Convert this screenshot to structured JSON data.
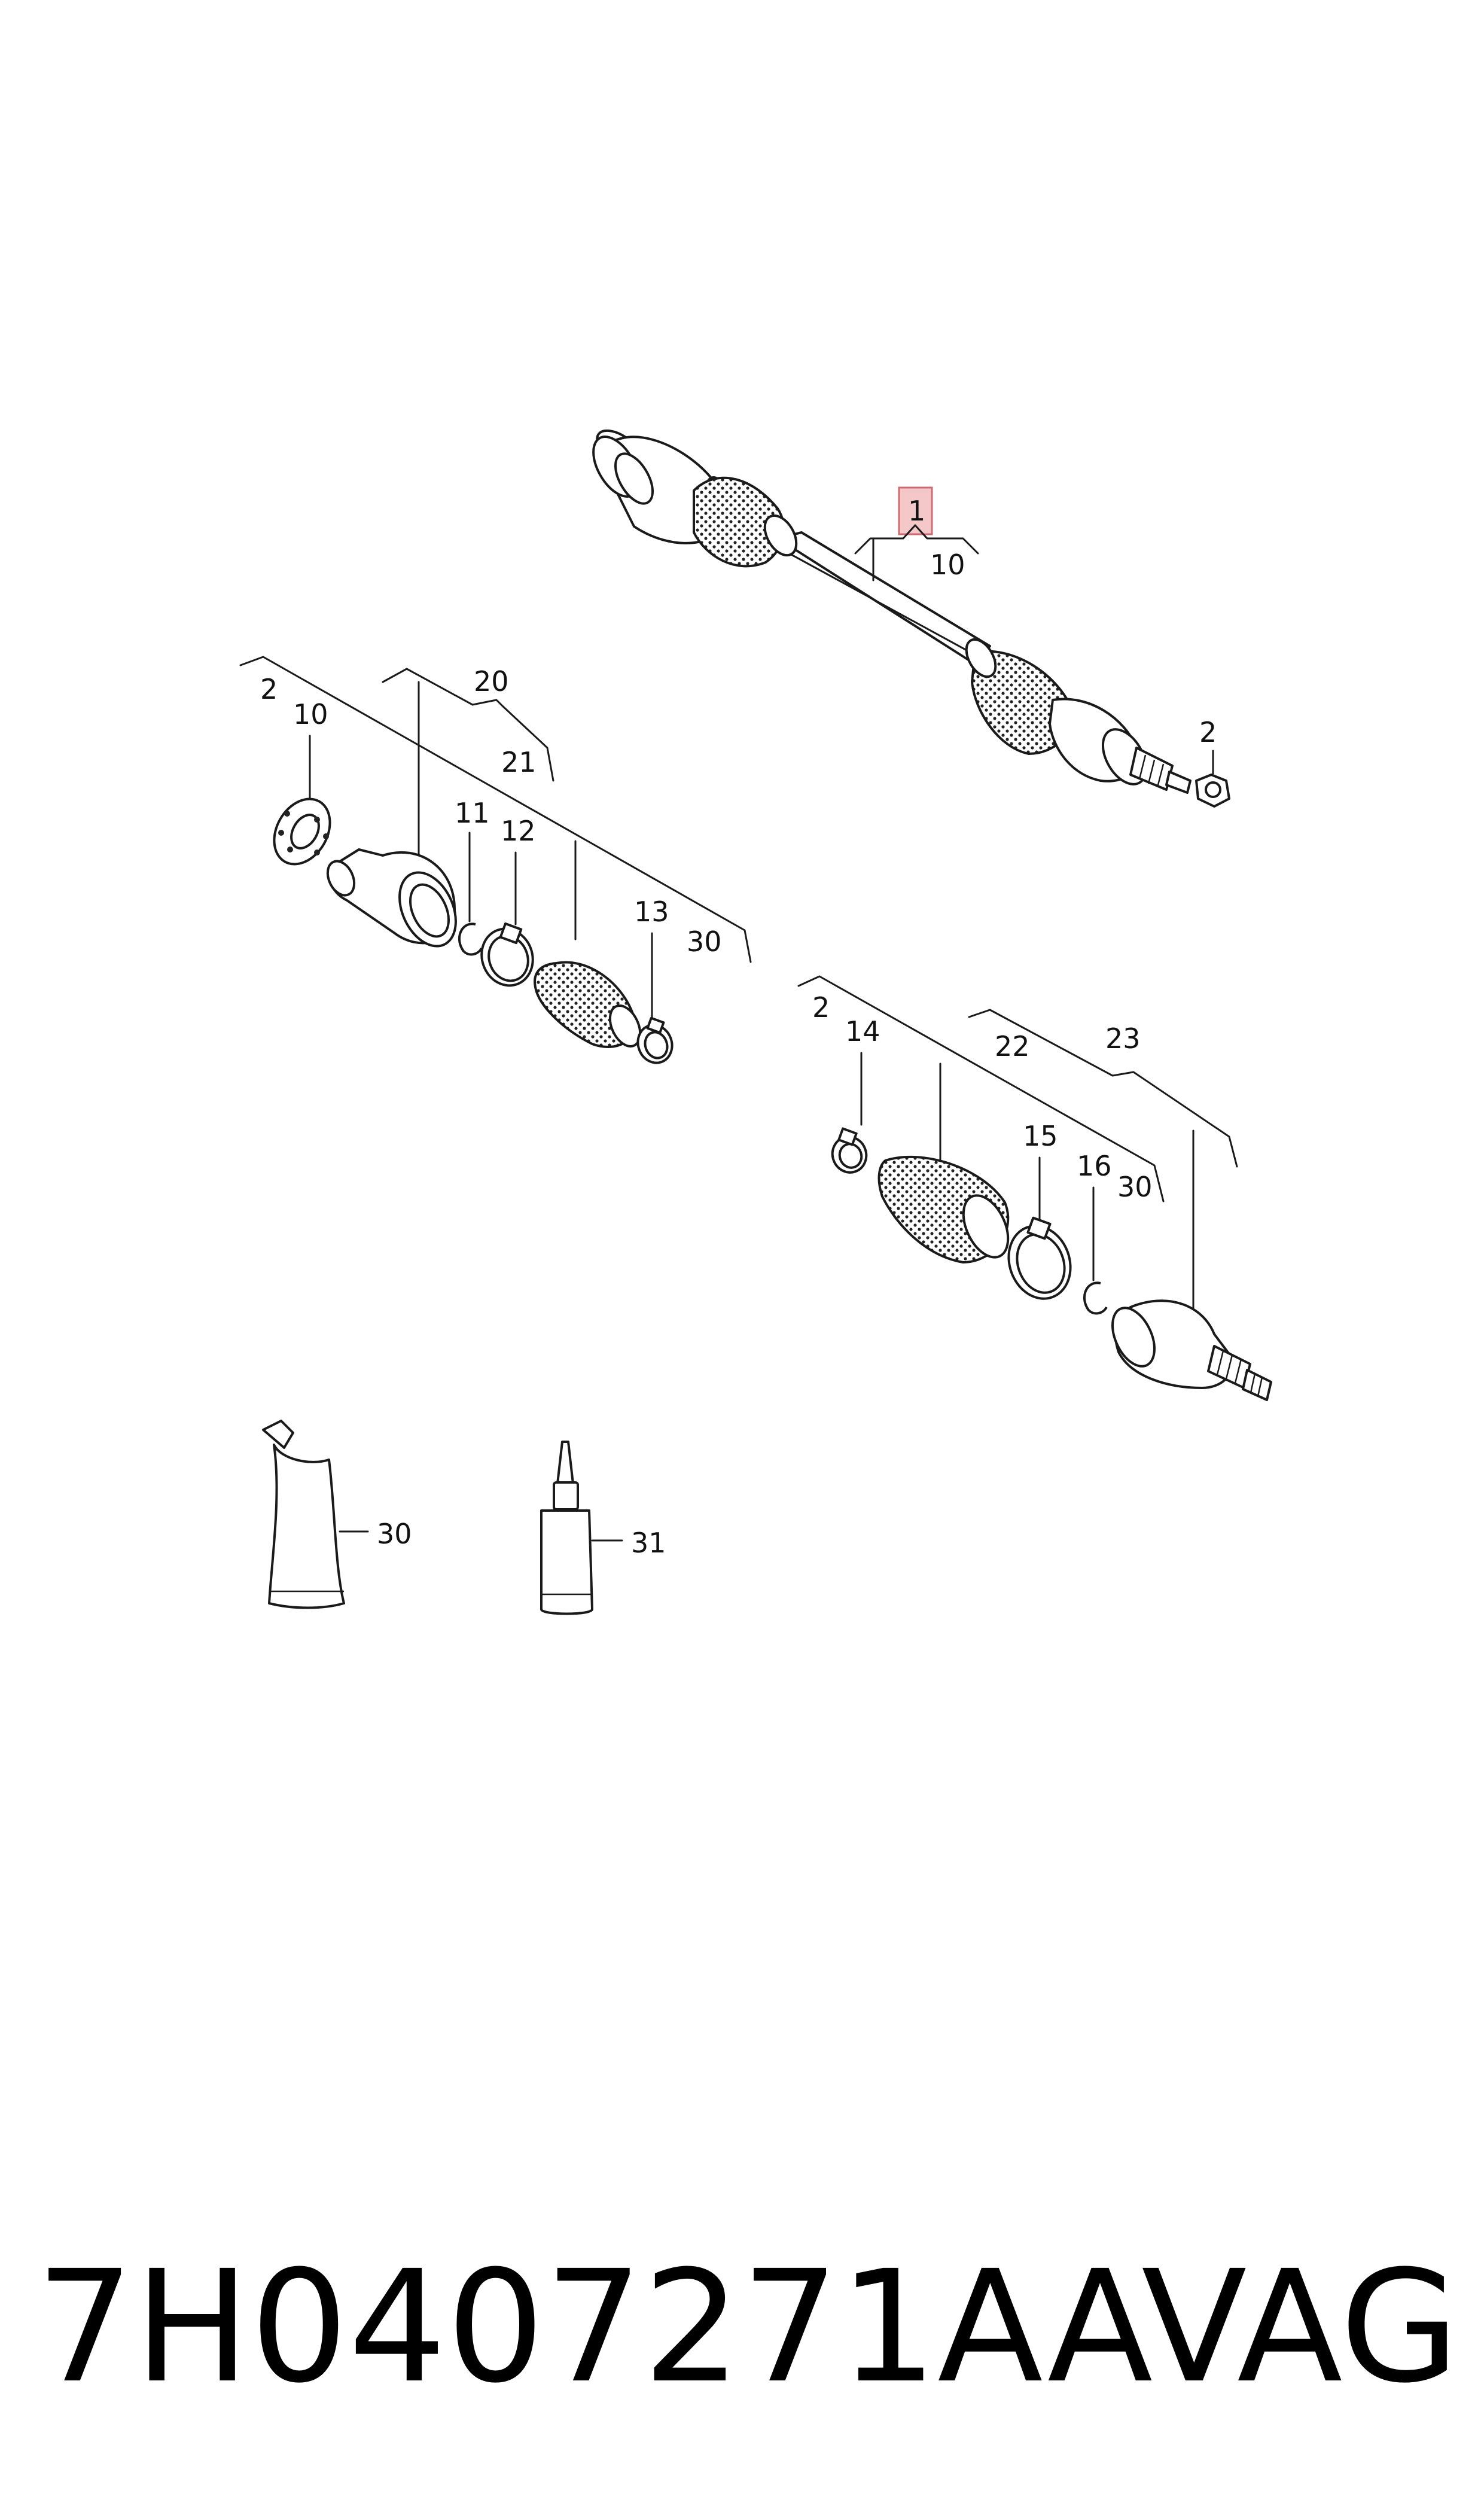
{
  "callouts": {
    "c1": "1",
    "c10_top": "10",
    "c2_top": "2",
    "c2_left": "2",
    "c10_left": "10",
    "c20": "20",
    "c21": "21",
    "c11": "11",
    "c12": "12",
    "c13": "13",
    "c30_left": "30",
    "c2_right": "2",
    "c14": "14",
    "c22": "22",
    "c23": "23",
    "c15": "15",
    "c16": "16",
    "c30_right": "30",
    "c30_tube": "30",
    "c31_bottle": "31"
  },
  "highlight_color": "#f4c7c9",
  "footer": {
    "part_number": "7H0407271AA",
    "brand": "VAG"
  }
}
